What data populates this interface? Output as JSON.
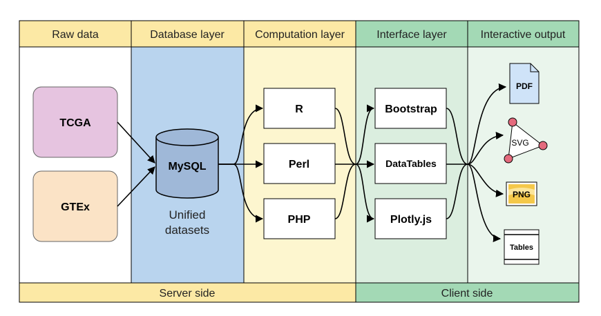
{
  "columns": [
    {
      "title": "Raw data",
      "header_color": "#fce9a5",
      "body_color": "#ffffff"
    },
    {
      "title": "Database layer",
      "header_color": "#fce9a5",
      "body_color": "#b9d4ee"
    },
    {
      "title": "Computation layer",
      "header_color": "#fce9a5",
      "body_color": "#fdf6cf"
    },
    {
      "title": "Interface layer",
      "header_color": "#a3d9b5",
      "body_color": "#dbeedf"
    },
    {
      "title": "Interactive output",
      "header_color": "#a3d9b5",
      "body_color": "#eaf5ec"
    }
  ],
  "raw_data": {
    "tcga": {
      "label": "TCGA",
      "color": "#e6c4e0"
    },
    "gtex": {
      "label": "GTEx",
      "color": "#fbe3c6"
    }
  },
  "database": {
    "label": "MySQL",
    "caption_line1": "Unified",
    "caption_line2": "datasets",
    "color": "#9fb8d8"
  },
  "computation": {
    "r": "R",
    "perl": "Perl",
    "php": "PHP"
  },
  "interface": {
    "bootstrap": "Bootstrap",
    "datatables": "DataTables",
    "plotly": "Plotly.js"
  },
  "outputs": {
    "pdf": "PDF",
    "svg": "SVG",
    "png": "PNG",
    "tables": "Tables"
  },
  "footer": {
    "server": "Server side",
    "client": "Client side",
    "server_color": "#fce9a5",
    "client_color": "#a3d9b5"
  }
}
